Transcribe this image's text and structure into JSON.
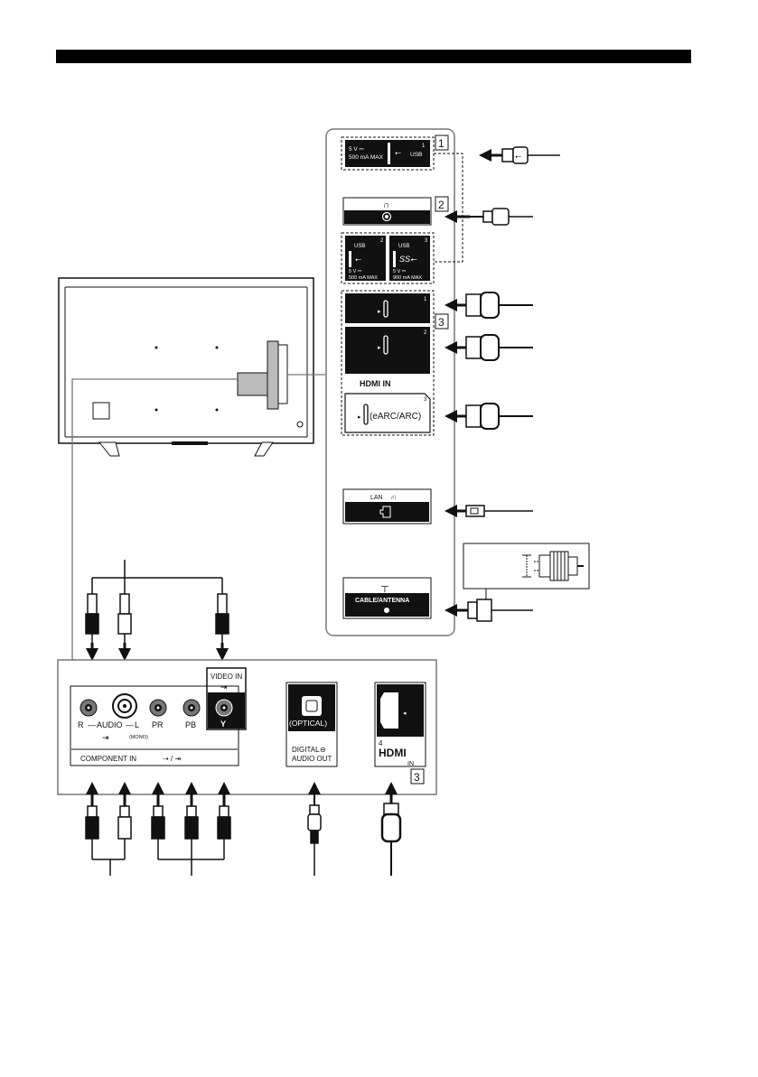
{
  "side_panel": {
    "usb1": {
      "spec_line1": "5 V ⎓",
      "spec_line2": "500 mA MAX",
      "port_label": "USB",
      "port_number": "1"
    },
    "usb2": {
      "port_label": "USB",
      "port_number": "2",
      "spec_line1": "5 V ⎓",
      "spec_line2": "500 mA MAX"
    },
    "usb3": {
      "port_label": "USB",
      "port_number": "3",
      "spec_line1": "5 V ⎓",
      "spec_line2": "900 mA MAX"
    },
    "headphone": {
      "icon": "headphone-icon"
    },
    "hdmi": {
      "label": "HDMI IN",
      "port1": "1",
      "port2": "2",
      "port3": "3",
      "earc_label": "(eARC/ARC)"
    },
    "lan": {
      "label": "LAN"
    },
    "antenna": {
      "label": "CABLE/ANTENNA"
    },
    "group_labels": [
      "1",
      "2",
      "3"
    ]
  },
  "bottom_panel": {
    "video_in_label": "VIDEO IN",
    "audio_r": "R",
    "audio_label": "AUDIO",
    "audio_l": "L",
    "mono_label": "(MONO)",
    "pr_label": "PR",
    "pb_label": "PB",
    "y_label": "Y",
    "component_label": "COMPONENT IN",
    "optical_label": "(OPTICAL)",
    "digital_audio_line1": "DIGITAL",
    "digital_audio_line2": "AUDIO OUT",
    "hdmi4_number": "4",
    "hdmi4_label": "HDMI",
    "hdmi4_in": "IN",
    "group_label": "3"
  }
}
